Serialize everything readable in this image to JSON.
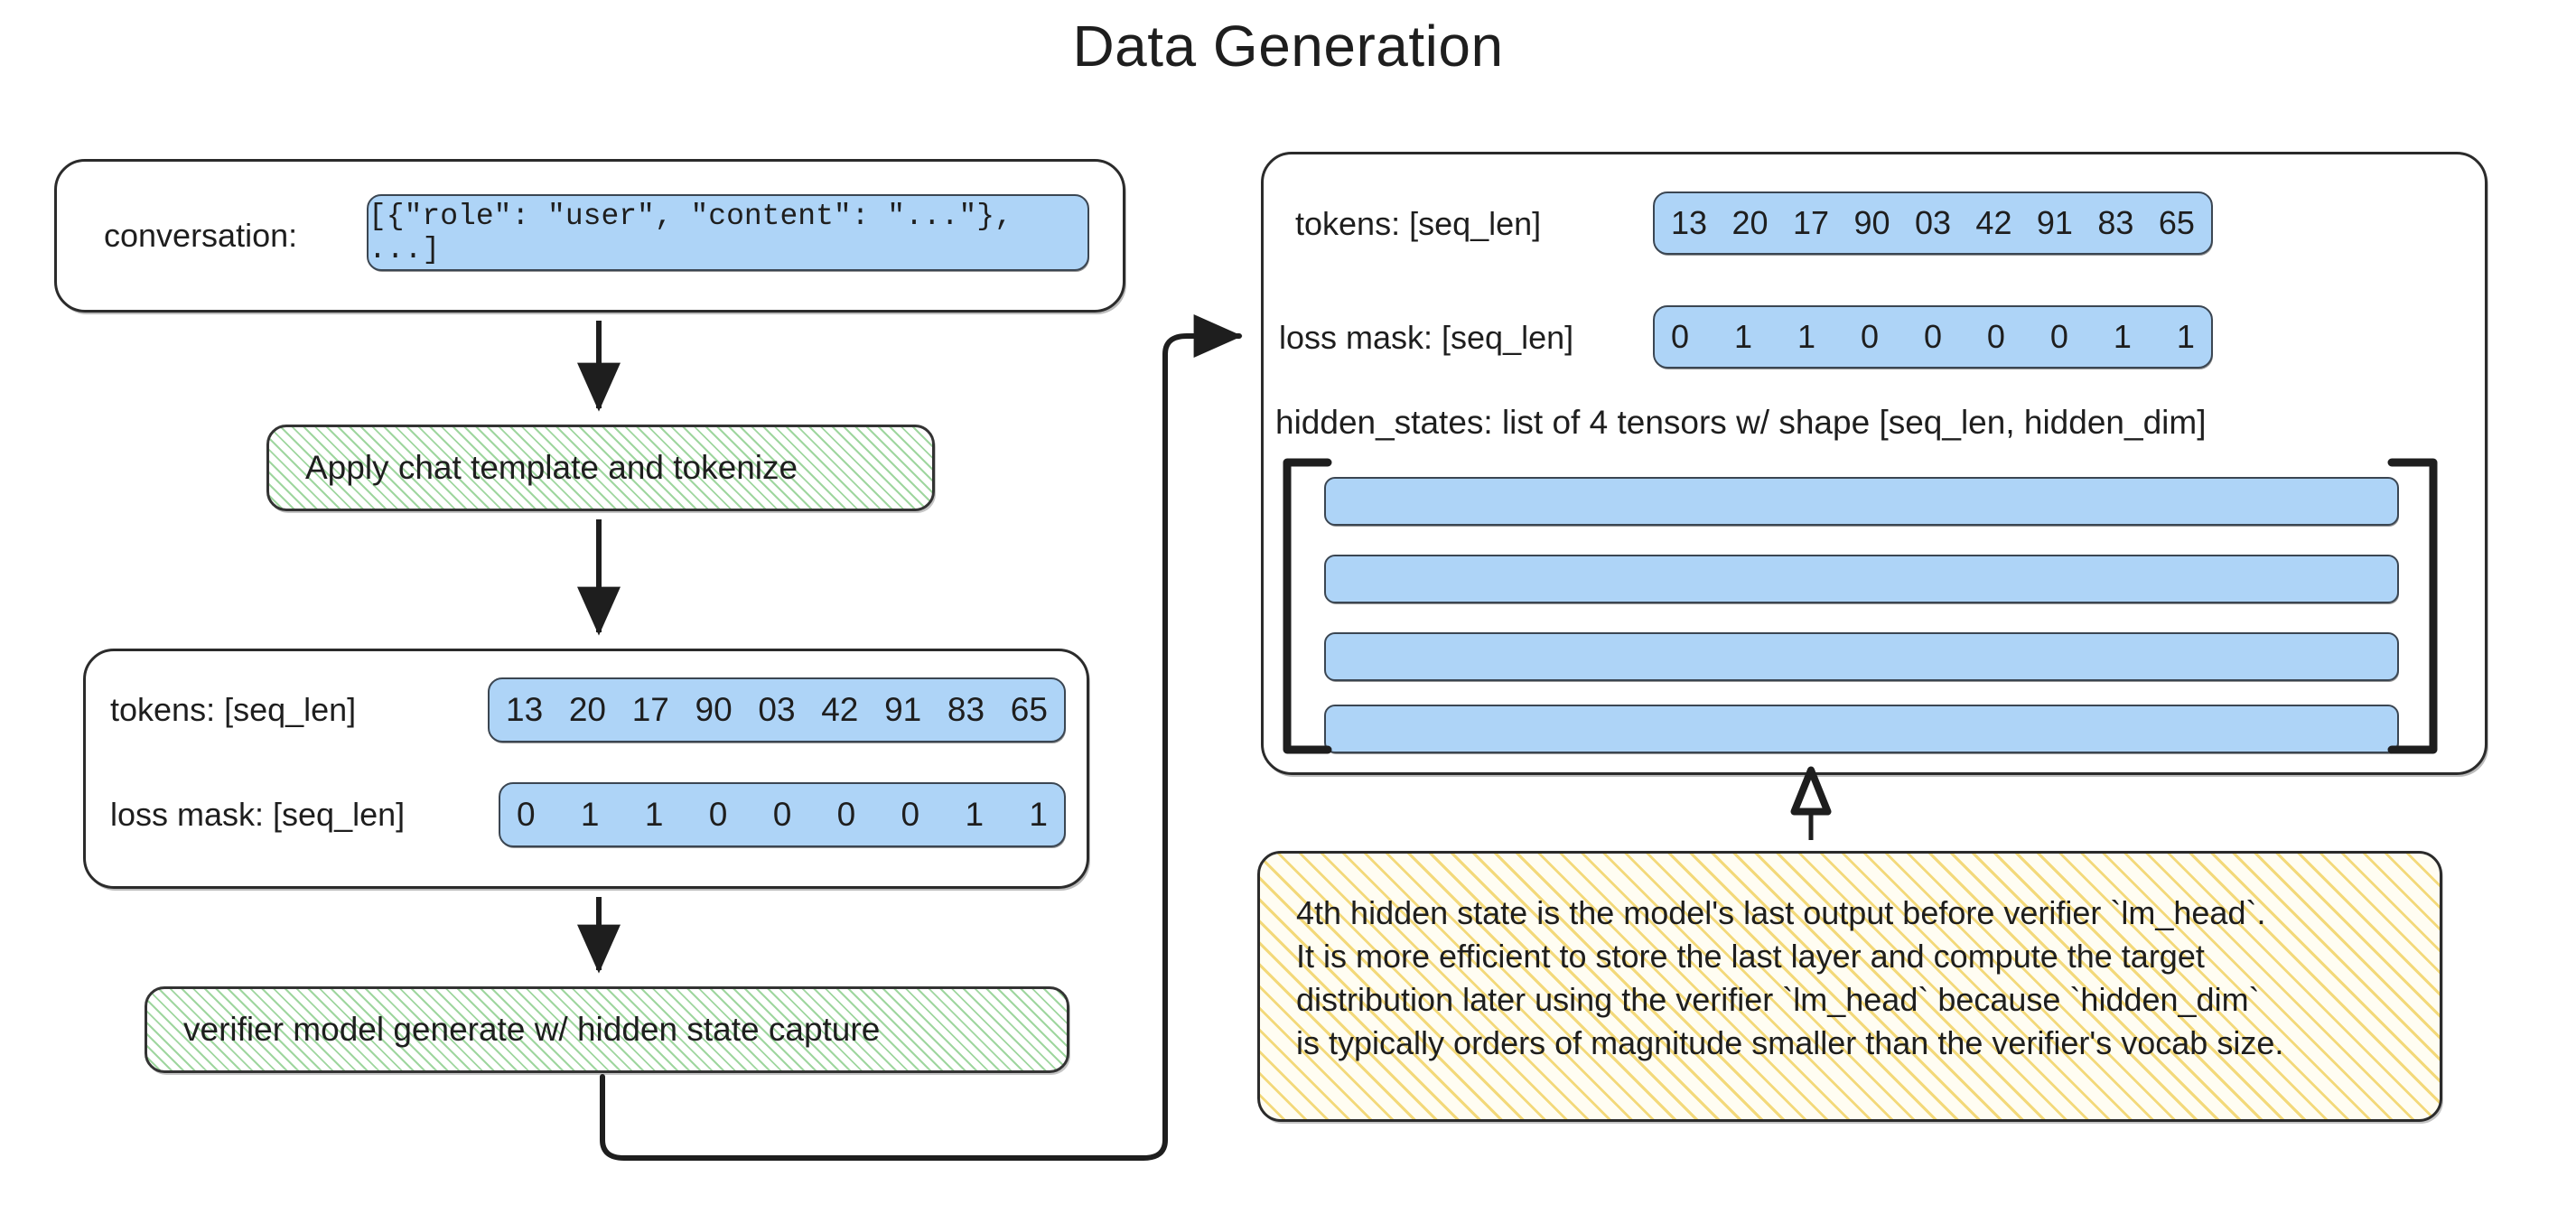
{
  "title": "Data Generation",
  "left_column": {
    "input_box": {
      "label": "conversation:",
      "value": "[{\"role\": \"user\", \"content\": \"...\"}, ...]"
    },
    "step1": {
      "label": "Apply chat template and tokenize"
    },
    "tokenized_box": {
      "tokens_label": "tokens: [seq_len]",
      "tokens": [
        "13",
        "20",
        "17",
        "90",
        "03",
        "42",
        "91",
        "83",
        "65"
      ],
      "loss_mask_label": "loss mask: [seq_len]",
      "loss_mask": [
        "0",
        "1",
        "1",
        "0",
        "0",
        "0",
        "0",
        "1",
        "1"
      ]
    },
    "step2": {
      "label": "verifier model generate w/ hidden state capture"
    }
  },
  "right_column": {
    "output_box": {
      "tokens_label": "tokens: [seq_len]",
      "tokens": [
        "13",
        "20",
        "17",
        "90",
        "03",
        "42",
        "91",
        "83",
        "65"
      ],
      "loss_mask_label": "loss mask: [seq_len]",
      "loss_mask": [
        "0",
        "1",
        "1",
        "0",
        "0",
        "0",
        "0",
        "1",
        "1"
      ],
      "hidden_states_label": "hidden_states: list of 4 tensors w/ shape [seq_len, hidden_dim]",
      "hidden_state_count": 4
    },
    "note": {
      "lines": [
        "4th hidden state is the model's last output before verifier `lm_head`.",
        "It is more efficient to store the last layer and compute the target",
        "distribution later using the verifier `lm_head` because `hidden_dim`",
        "is typically orders of magnitude smaller than the verifier's vocab size."
      ]
    }
  },
  "colors": {
    "pill_blue": "#aed4f7",
    "hatch_green": "#9fd69f",
    "hatch_yellow": "#f3d97a",
    "stroke": "#2b2b2b"
  }
}
